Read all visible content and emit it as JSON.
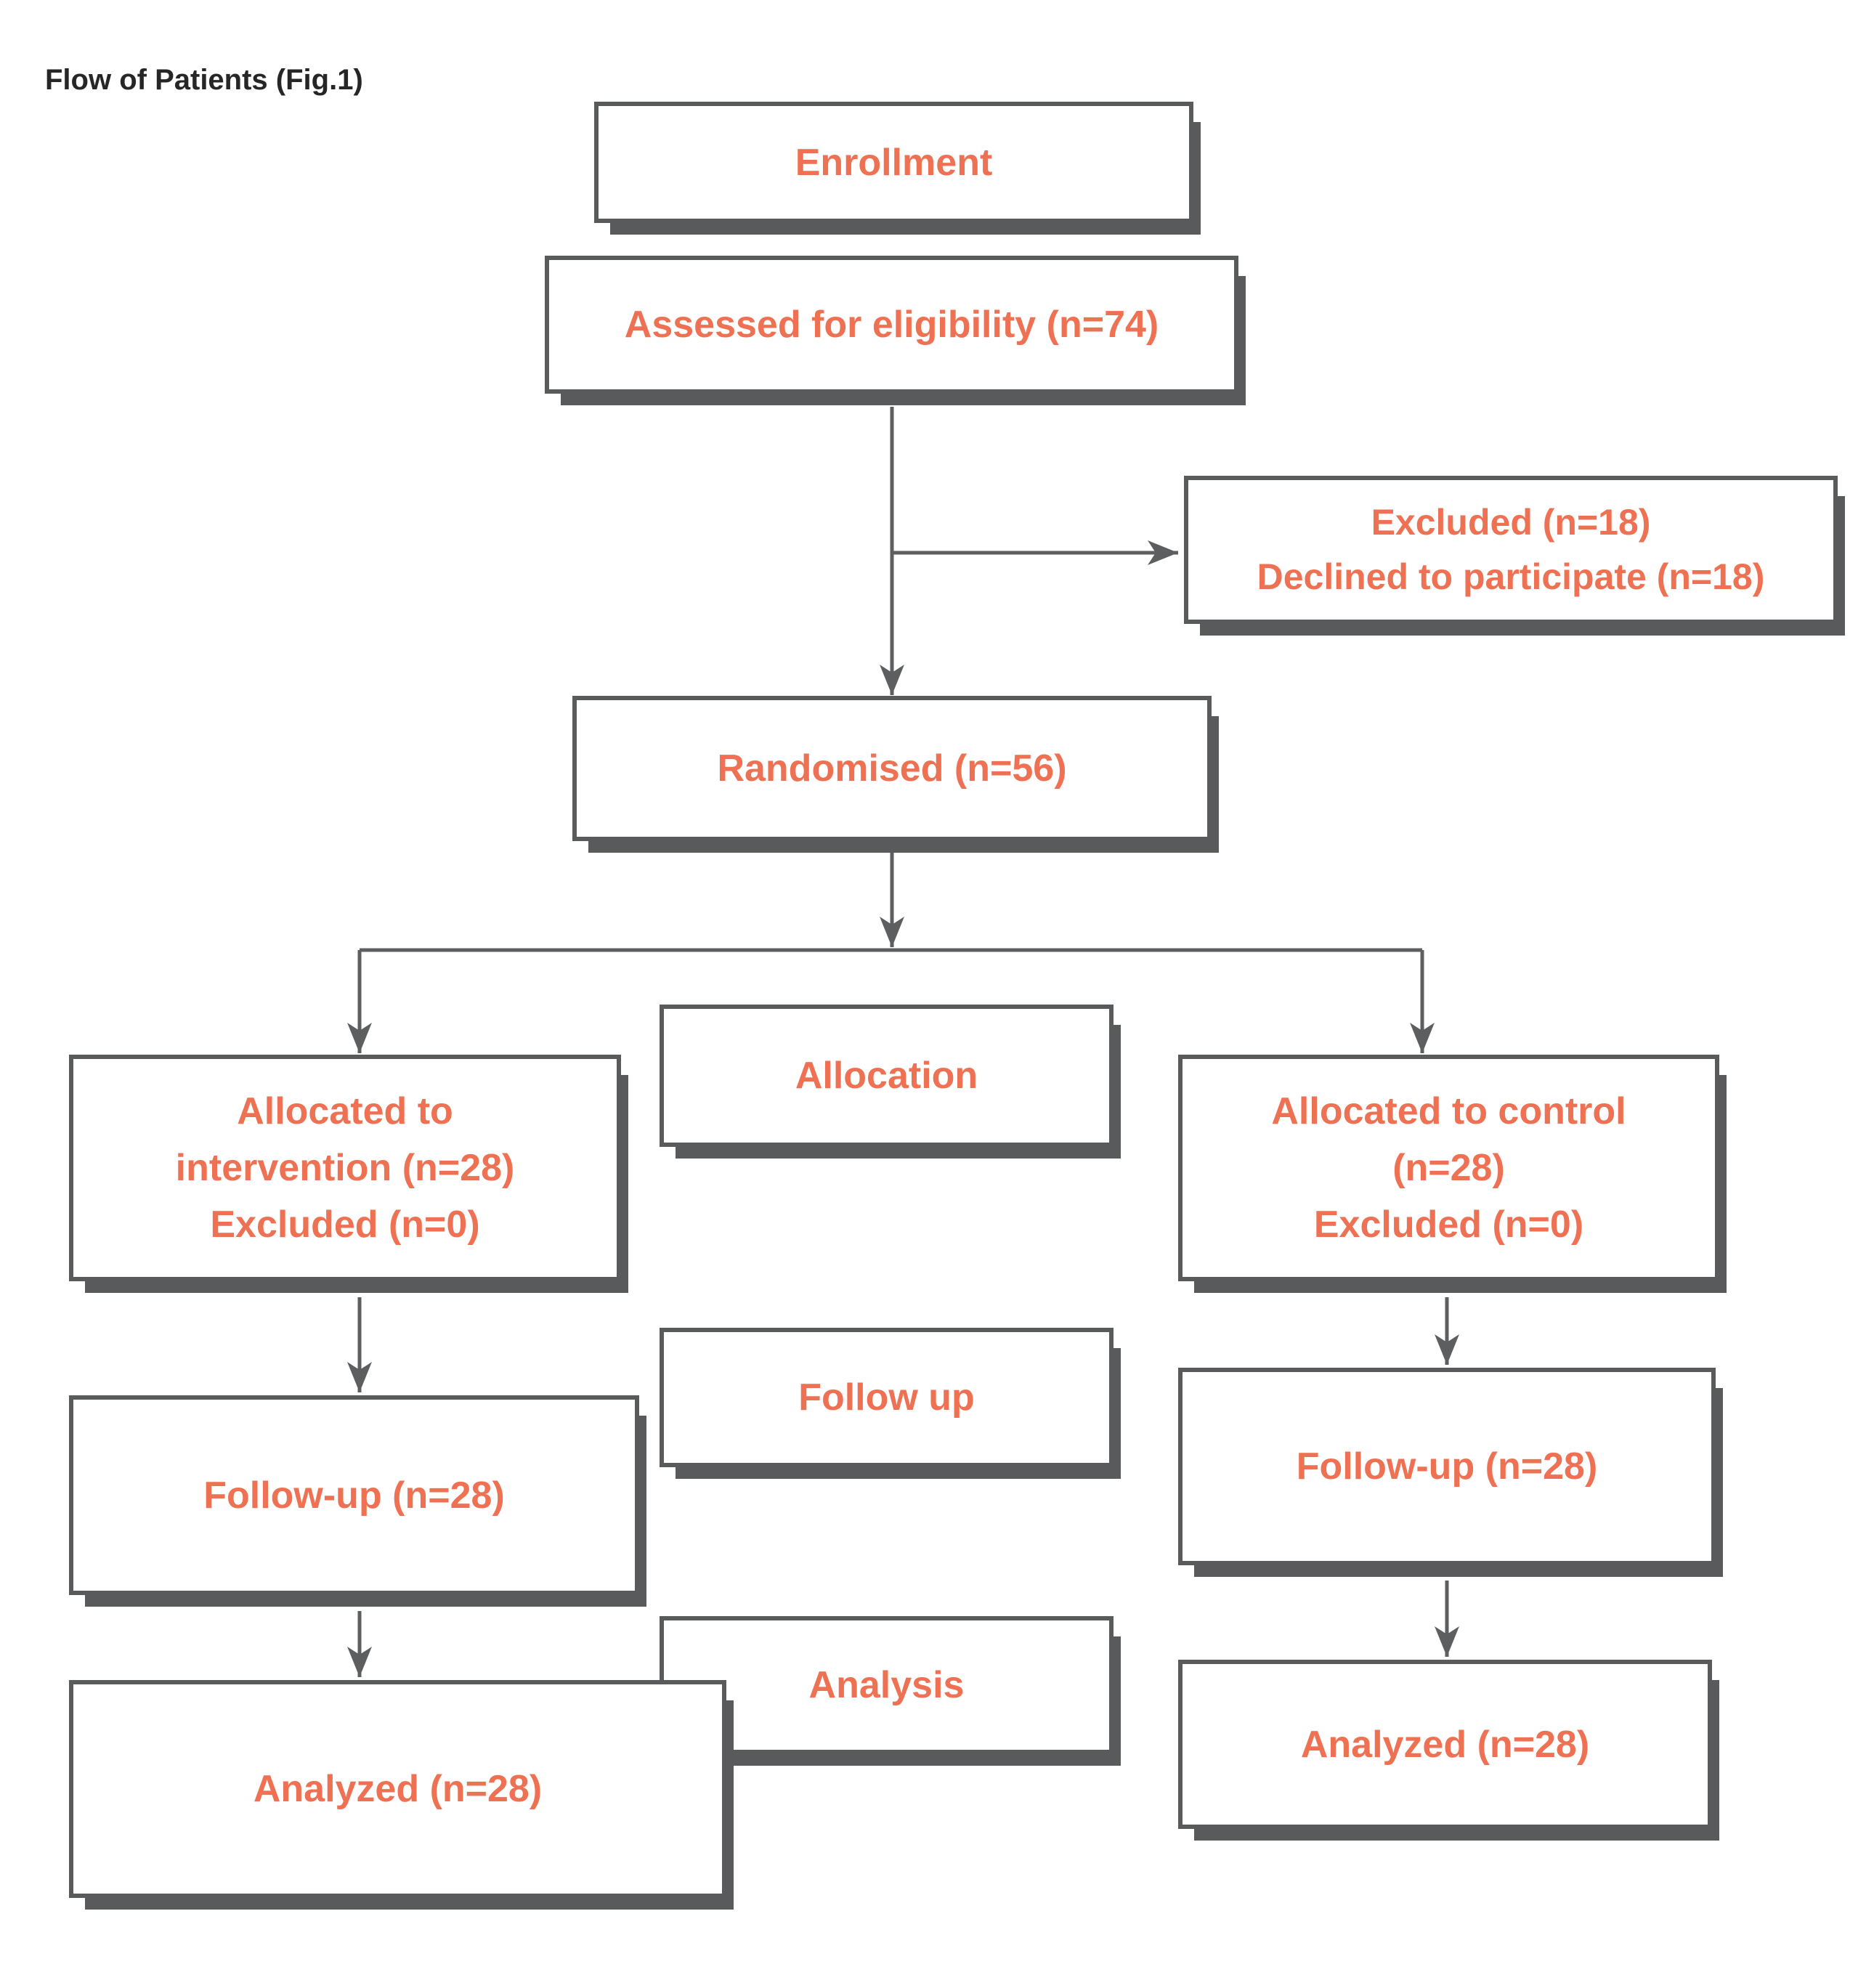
{
  "title": "Flow of Patients (Fig.1)",
  "colors": {
    "accent_text": "#ED7152",
    "box_border": "#595A5C",
    "box_shadow": "#595A5C",
    "connector": "#5D5E60",
    "title_text": "#262626",
    "background": "#FFFFFF"
  },
  "flowchart": {
    "enrollment_stage": {
      "text": "Enrollment"
    },
    "assessed": {
      "text": "Assessed for eligibility (n=74)"
    },
    "excluded": {
      "lines": [
        "Excluded (n=18)",
        "Declined to participate (n=18)"
      ]
    },
    "randomised": {
      "text": "Randomised (n=56)"
    },
    "allocation_stage": {
      "text": "Allocation"
    },
    "allocated_intervention": {
      "lines": [
        "Allocated to",
        "intervention (n=28)",
        "Excluded (n=0)"
      ]
    },
    "allocated_control": {
      "lines": [
        "Allocated to control",
        "(n=28)",
        "Excluded (n=0)"
      ]
    },
    "followup_stage": {
      "text": "Follow up"
    },
    "followup_intervention": {
      "text": "Follow-up (n=28)"
    },
    "followup_control": {
      "text": "Follow-up (n=28)"
    },
    "analysis_stage": {
      "text": "Analysis"
    },
    "analyzed_intervention": {
      "text": "Analyzed (n=28)"
    },
    "analyzed_control": {
      "text": "Analyzed (n=28)"
    }
  }
}
